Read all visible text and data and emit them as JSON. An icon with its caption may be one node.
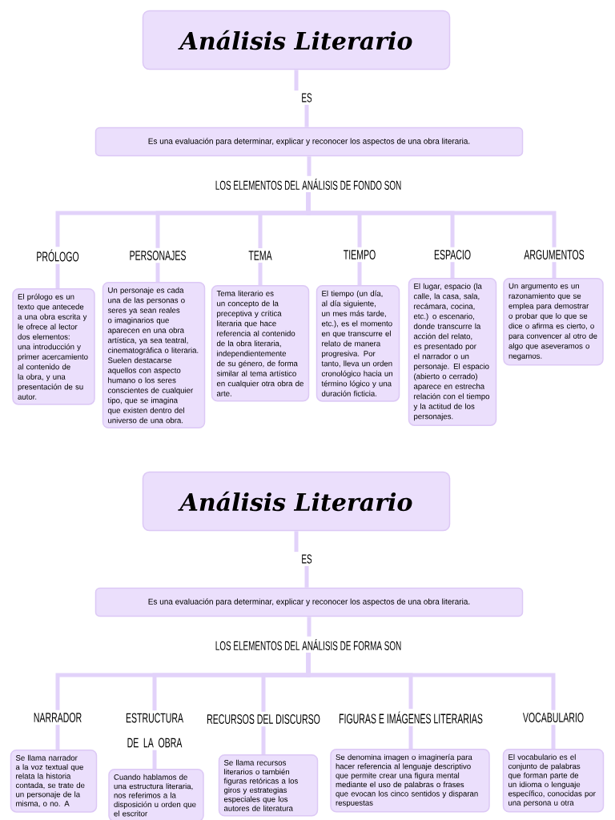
{
  "diagram": {
    "nodes": [
      {
        "text": [
          "Análisis Literario"
        ]
      },
      {
        "text": [
          "ES"
        ]
      },
      {
        "text": [
          "Es una evaluación para determinar, explicar y reconocer los aspectos de una obra literaria."
        ]
      },
      {
        "text": [
          "LOS ELEMENTOS DEL ANÁLISIS DE FONDO SON"
        ]
      },
      {
        "text": [
          "PRÓLOGO"
        ]
      },
      {
        "text": [
          "PERSONAJES"
        ]
      },
      {
        "text": [
          "TEMA"
        ]
      },
      {
        "text": [
          "TIEMPO"
        ]
      },
      {
        "text": [
          "ESPACIO"
        ]
      },
      {
        "text": [
          "ARGUMENTOS"
        ]
      },
      {
        "text": [
          "El prólogo es un texto que antecede a una obra escrita y le ofrece al lector dos elementos: una introducción y primer acercamiento al contenido de la obra, y una presentación de su autor."
        ]
      },
      {
        "text": [
          "Un personaje es cada una de las personas o seres ya sean reales o imaginarios que aparecen en una obra artística, ya sea teatral, cinematográfica o literaria. Suelen destacarse aquellos con aspecto humano o los seres conscientes de cualquier tipo, que se imagina que existen dentro del universo de una obra."
        ]
      },
      {
        "text": [
          "Tema literario es un concepto de la preceptiva y crítica literaria que hace referencia al contenido de la obra literaria, independientemente de su género, de forma similar al tema artístico en cualquier otra obra de arte."
        ]
      },
      {
        "text": [
          "El tiempo (un día, al día siguiente, un mes más tarde, etc.), es el momento en que transcurre el relato de manera progresiva. Por tanto, lleva un orden cronológico hacia un término lógico y una duración ficticia."
        ]
      },
      {
        "text": [
          "El lugar, espacio (la calle, la casa, sala, recámara, cocina, etc.) o escenario, donde transcurre la acción del relato, es presentado por el narrador o un personaje. El espacio (abierto o cerrado) aparece en estrecha relación con el tiempo y la actitud de los personajes."
        ]
      },
      {
        "text": [
          "Un argumento es un razonamiento que se emplea para demostrar o probar que lo que se dice o afirma es cierto, o para convencer al otro de algo que aseveramos o negamos."
        ]
      },
      {
        "text": [
          "Análisis Literario"
        ]
      },
      {
        "text": [
          "ES"
        ]
      },
      {
        "text": [
          "Es una evaluación para determinar, explicar y reconocer los aspectos de una obra literaria."
        ]
      },
      {
        "text": [
          "LOS ELEMENTOS DEL ANÁLISIS DE FORMA SON"
        ]
      },
      {
        "text": [
          "NARRADOR"
        ]
      },
      {
        "text": [
          "ESTRUCTURA DE LA OBRA"
        ]
      },
      {
        "text": [
          "RECURSOS DEL DISCURSO"
        ]
      },
      {
        "text": [
          "FIGURAS E IMÁGENES LITERARIAS"
        ]
      },
      {
        "text": [
          "VOCABULARIO"
        ]
      },
      {
        "text": [
          "Se llama narrador a la voz textual que relata la historia contada, se trate de un personaje de la misma, o no. A"
        ]
      },
      {
        "text": [
          "Cuando hablamos de una estructura literaria, nos referimos a la disposición u orden que el escritor"
        ]
      },
      {
        "text": [
          "Se llama recursos literarios o también figuras retóricas a los giros y estrategias especiales que los autores de literatura"
        ]
      },
      {
        "text": [
          "Se denomina imagen o imaginería para hacer referencia al lenguaje descriptivo que permite crear una figura mental mediante el uso de palabras o frases que evocan los cinco sentidos y disparan respuestas"
        ]
      },
      {
        "text": [
          "El vocabulario es el conjunto de palabras que forman parte de un idioma o lenguaje específico, conocidas por una persona u otra"
        ]
      }
    ],
    "edges": [
      {
        "from": 0,
        "to": 1,
        "arrow": "none"
      },
      {
        "from": 1,
        "to": 2,
        "arrow": "none"
      },
      {
        "from": 2,
        "to": 3,
        "arrow": "none"
      },
      {
        "from": 3,
        "to": 4,
        "arrow": "none"
      },
      {
        "from": 3,
        "to": 5,
        "arrow": "none"
      },
      {
        "from": 3,
        "to": 6,
        "arrow": "none"
      },
      {
        "from": 3,
        "to": 7,
        "arrow": "none"
      },
      {
        "from": 3,
        "to": 8,
        "arrow": "none"
      },
      {
        "from": 3,
        "to": 9,
        "arrow": "none"
      },
      {
        "from": 4,
        "to": 10,
        "arrow": "none"
      },
      {
        "from": 5,
        "to": 11,
        "arrow": "none"
      },
      {
        "from": 6,
        "to": 12,
        "arrow": "none"
      },
      {
        "from": 7,
        "to": 13,
        "arrow": "none"
      },
      {
        "from": 8,
        "to": 14,
        "arrow": "none"
      },
      {
        "from": 9,
        "to": 15,
        "arrow": "none"
      },
      {
        "from": 16,
        "to": 17,
        "arrow": "none"
      },
      {
        "from": 17,
        "to": 18,
        "arrow": "none"
      },
      {
        "from": 18,
        "to": 19,
        "arrow": "none"
      },
      {
        "from": 19,
        "to": 20,
        "arrow": "none"
      },
      {
        "from": 19,
        "to": 21,
        "arrow": "none"
      },
      {
        "from": 19,
        "to": 22,
        "arrow": "none"
      },
      {
        "from": 19,
        "to": 23,
        "arrow": "none"
      },
      {
        "from": 19,
        "to": 24,
        "arrow": "none"
      },
      {
        "from": 20,
        "to": 25,
        "arrow": "none"
      },
      {
        "from": 21,
        "to": 26,
        "arrow": "none"
      },
      {
        "from": 22,
        "to": 27,
        "arrow": "none"
      },
      {
        "from": 23,
        "to": 28,
        "arrow": "none"
      },
      {
        "from": 24,
        "to": 29,
        "arrow": "none"
      }
    ]
  }
}
